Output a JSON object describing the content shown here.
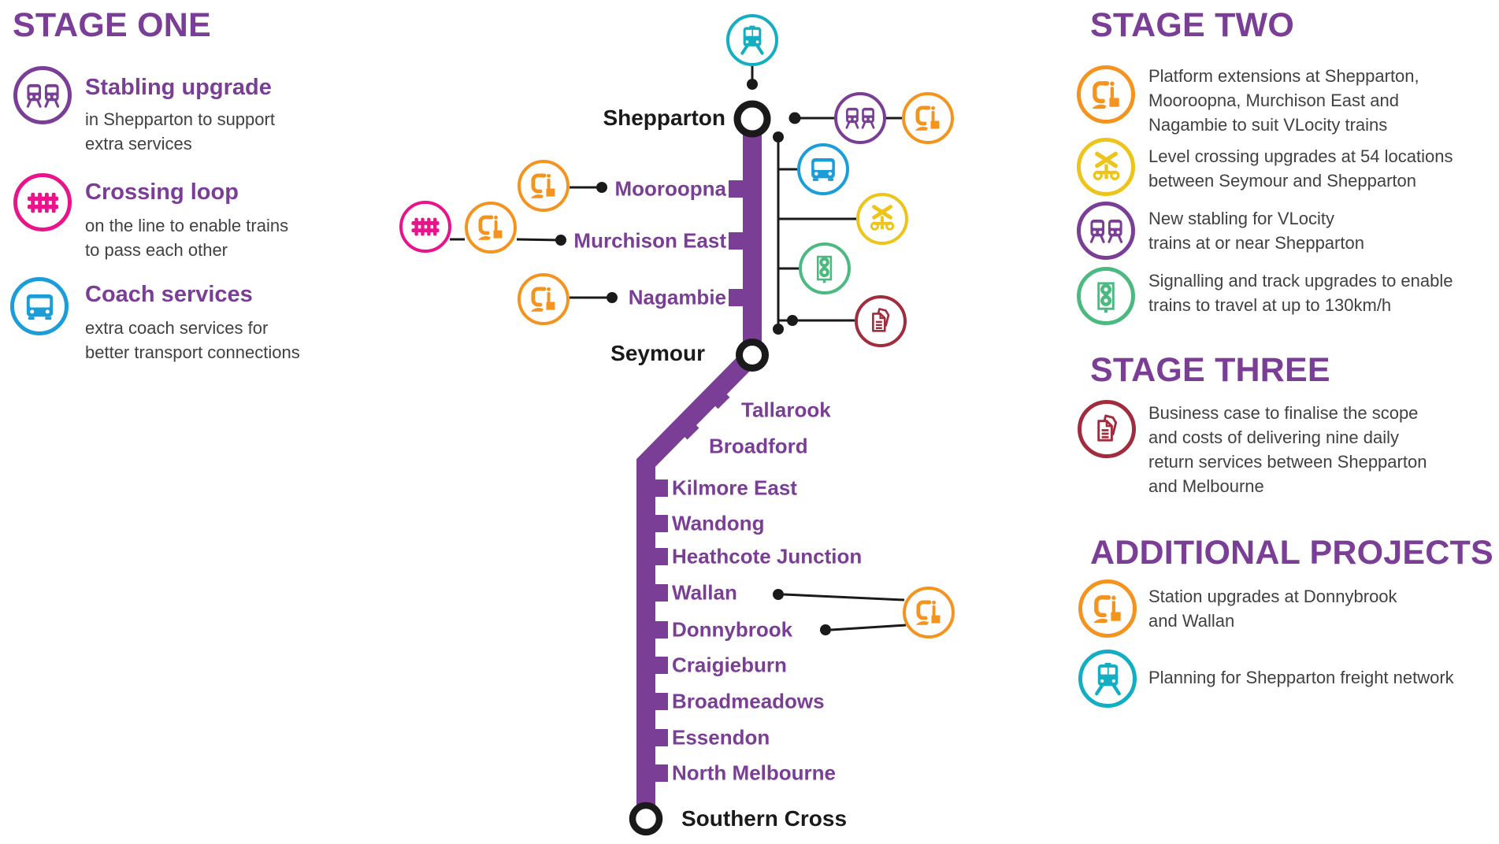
{
  "title_implicit": "Shepparton line upgrade stages diagram",
  "colors": {
    "purple": "#7a3e96",
    "pink": "#e9148b",
    "blue": "#1b9dd9",
    "teal": "#14aec2",
    "orange": "#f4941f",
    "yellow": "#eec41b",
    "green": "#4cb981",
    "maroon": "#a02c3e",
    "line_purple": "#7a3e96",
    "body_text": "#414042",
    "black": "#1a1a1a"
  },
  "stage_one": {
    "heading": "STAGE ONE",
    "items": [
      {
        "icon": "twin-trains-icon",
        "color": "#7a3e96",
        "title": "Stabling upgrade",
        "description": "in Shepparton to support\nextra services"
      },
      {
        "icon": "crossing-loop-icon",
        "color": "#e9148b",
        "title": "Crossing loop",
        "description": "on the line to enable trains\nto pass each other"
      },
      {
        "icon": "coach-icon",
        "color": "#1b9dd9",
        "title": "Coach services",
        "description": "extra coach services for\nbetter transport connections"
      }
    ]
  },
  "stage_two": {
    "heading": "STAGE TWO",
    "items": [
      {
        "icon": "platform-extension-icon",
        "color": "#f4941f",
        "text": "Platform extensions at Shepparton,\nMooroopna, Murchison East and\nNagambie to suit VLocity trains"
      },
      {
        "icon": "level-crossing-icon",
        "color": "#eec41b",
        "text": "Level crossing upgrades at 54 locations\nbetween Seymour and Shepparton"
      },
      {
        "icon": "twin-trains-icon",
        "color": "#7a3e96",
        "text": "New stabling for VLocity\ntrains at or near Shepparton"
      },
      {
        "icon": "signalling-icon",
        "color": "#4cb981",
        "text": "Signalling and track upgrades to enable\ntrains to travel at up to 130km/h"
      }
    ]
  },
  "stage_three": {
    "heading": "STAGE THREE",
    "items": [
      {
        "icon": "documents-icon",
        "color": "#a02c3e",
        "text": "Business case to finalise the scope\nand costs of delivering nine daily\nreturn services between Shepparton\nand Melbourne"
      }
    ]
  },
  "additional_projects": {
    "heading": "ADDITIONAL PROJECTS",
    "items": [
      {
        "icon": "platform-extension-icon",
        "color": "#f4941f",
        "text": "Station upgrades at Donnybrook\nand Wallan"
      },
      {
        "icon": "freight-train-icon",
        "color": "#14aec2",
        "text": "Planning for Shepparton freight network"
      }
    ]
  },
  "map": {
    "stations": {
      "shepparton": "Shepparton",
      "mooroopna": "Mooroopna",
      "murchison_east": "Murchison East",
      "nagambie": "Nagambie",
      "seymour": "Seymour",
      "tallarook": "Tallarook",
      "broadford": "Broadford",
      "kilmore_east": "Kilmore East",
      "wandong": "Wandong",
      "heathcote_junction": "Heathcote Junction",
      "wallan": "Wallan",
      "donnybrook": "Donnybrook",
      "craigieburn": "Craigieburn",
      "broadmeadows": "Broadmeadows",
      "essendon": "Essendon",
      "north_melbourne": "North Melbourne",
      "southern_cross": "Southern Cross"
    },
    "icon_markers": {
      "above_shepparton": "freight-train-icon",
      "right_of_shepparton": [
        "twin-trains-icon",
        "platform-extension-icon"
      ],
      "between_shepparton_and_seymour": [
        "coach-icon",
        "level-crossing-icon",
        "signalling-icon",
        "documents-icon"
      ],
      "mooroopna": "platform-extension-icon",
      "murchison_east": [
        "crossing-loop-icon",
        "platform-extension-icon"
      ],
      "nagambie": "platform-extension-icon",
      "wallan_and_donnybrook": "platform-extension-icon"
    }
  }
}
